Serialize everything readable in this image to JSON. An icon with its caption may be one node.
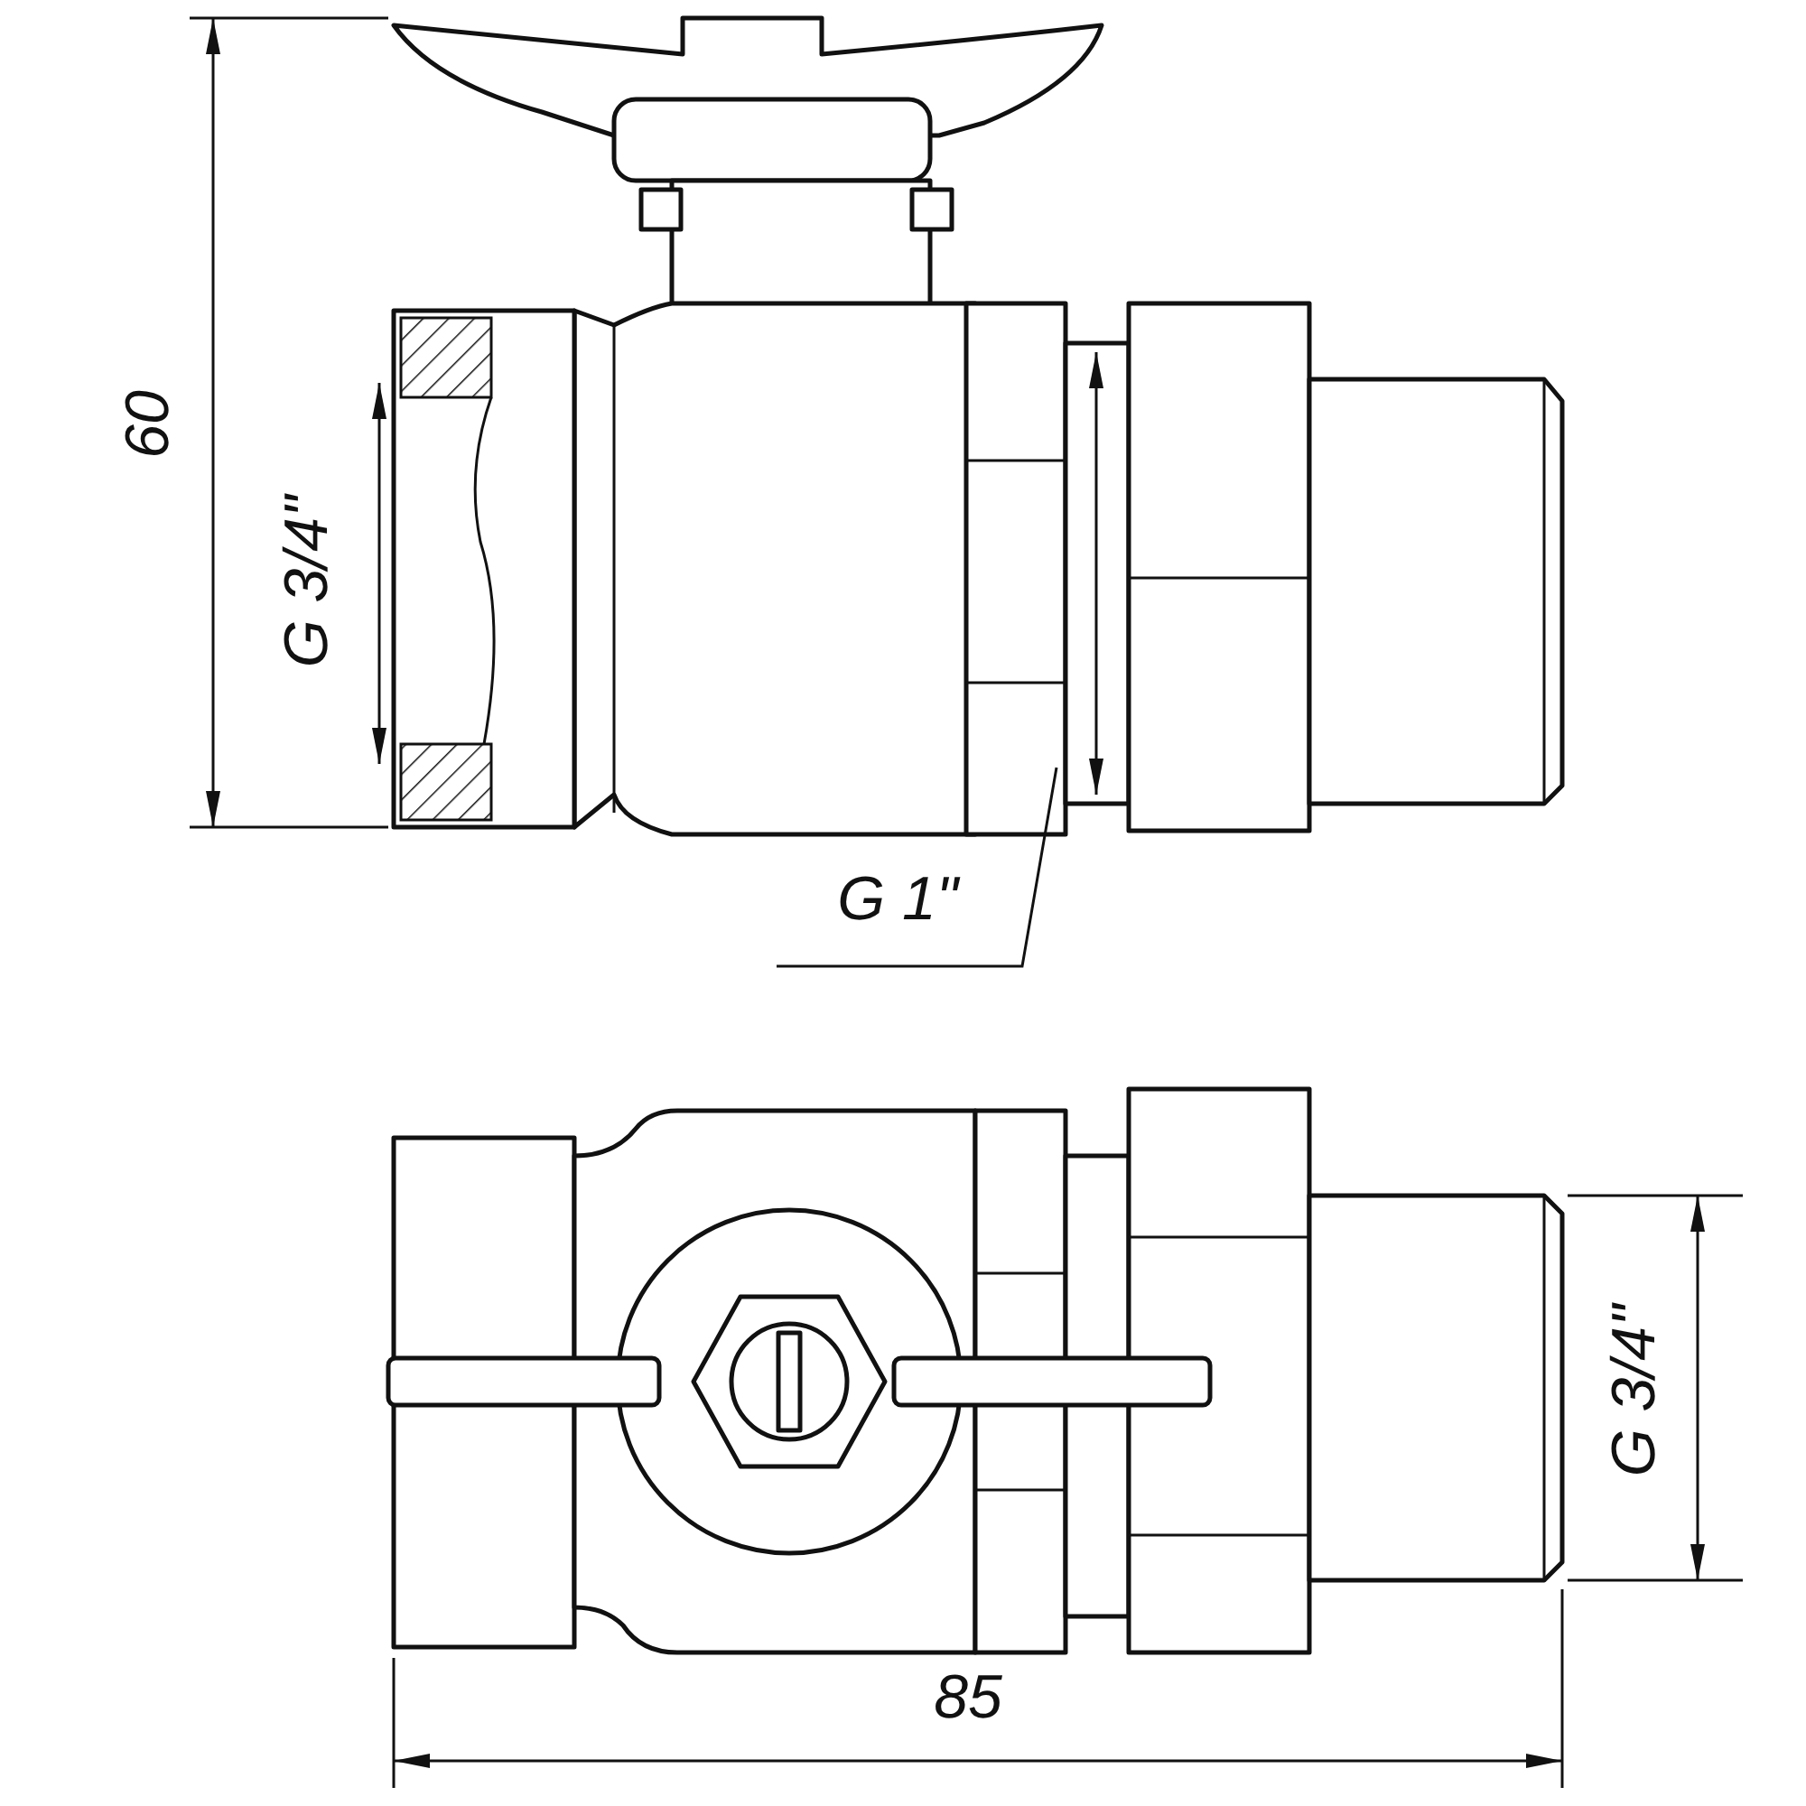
{
  "diagram": {
    "labels": [
      "60",
      "G 3/4\"",
      "G 1\"",
      "G 3/4\"",
      "85"
    ]
  }
}
